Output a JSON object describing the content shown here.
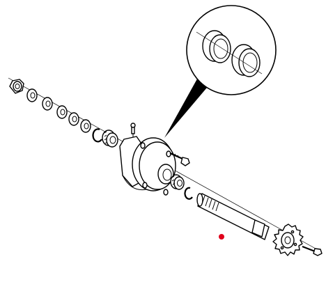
{
  "diagram": {
    "kind": "exploded-parts",
    "subject": "axle-hub-assembly",
    "line_color": "#000000",
    "fill_color": "#ffffff",
    "marker_color": "#e0001b",
    "parts": [
      {
        "name": "nut-icon"
      },
      {
        "name": "washer-icon"
      },
      {
        "name": "washer-icon"
      },
      {
        "name": "washer-icon"
      },
      {
        "name": "washer-icon"
      },
      {
        "name": "washer-icon"
      },
      {
        "name": "snap-ring-icon"
      },
      {
        "name": "bearing-icon"
      },
      {
        "name": "grease-fitting-icon"
      },
      {
        "name": "hub-icon"
      },
      {
        "name": "bolt-icon"
      },
      {
        "name": "bearing-icon"
      },
      {
        "name": "snap-ring-icon"
      },
      {
        "name": "axle-shaft-icon"
      },
      {
        "name": "sprocket-icon"
      },
      {
        "name": "sprocket-bolt-icon"
      },
      {
        "name": "detail-inset"
      }
    ]
  }
}
